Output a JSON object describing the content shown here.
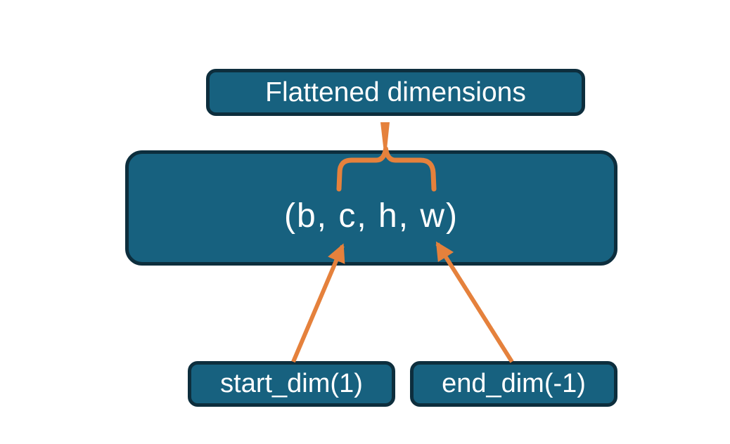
{
  "colors": {
    "node_fill": "#17617f",
    "node_border": "#0d2e3d",
    "connector_orange": "#e5813c",
    "text": "#ffffff",
    "background": "#ffffff"
  },
  "nodes": {
    "flattened": {
      "label": "Flattened dimensions"
    },
    "tensor": {
      "label": "(b, c, h, w)"
    },
    "start_dim": {
      "label": "start_dim(1)"
    },
    "end_dim": {
      "label": "end_dim(-1)"
    }
  },
  "icons": {
    "brace": "curly-brace-up-icon",
    "start_arrow": "arrow-up-right-icon",
    "end_arrow": "arrow-up-left-icon"
  }
}
